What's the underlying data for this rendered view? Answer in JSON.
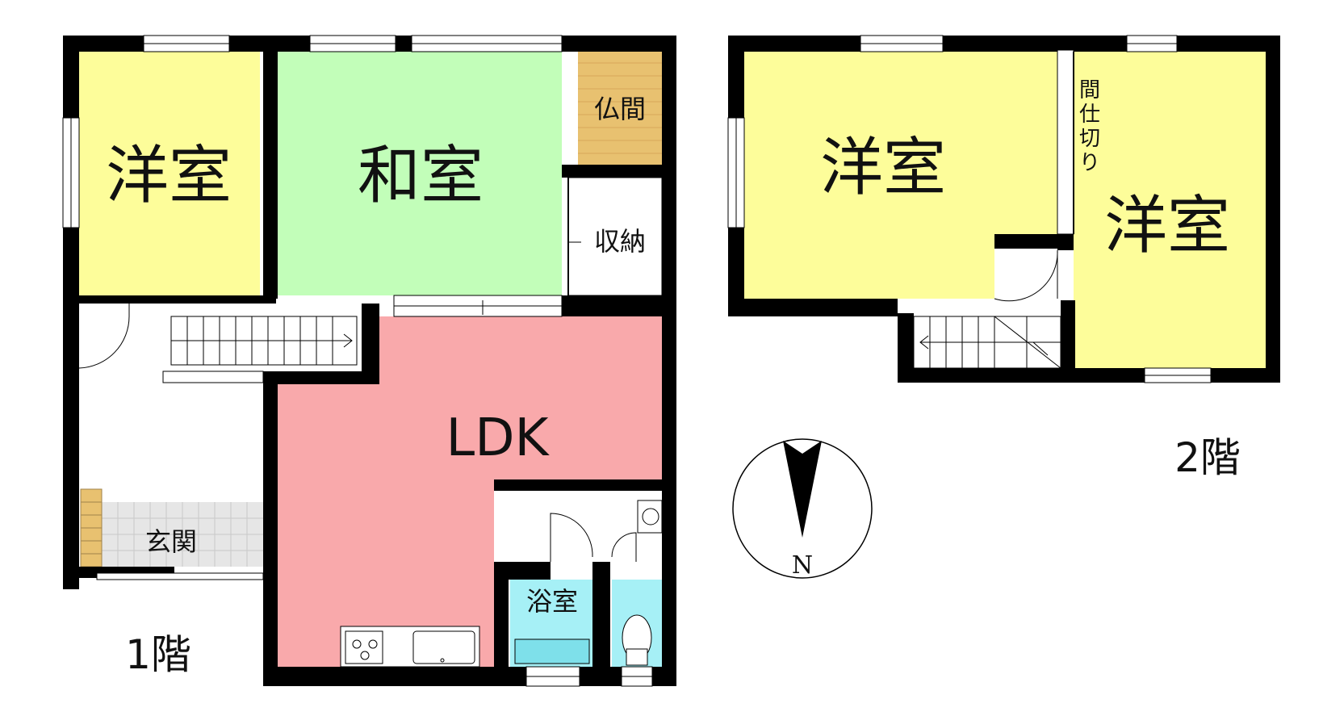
{
  "floor1": {
    "floor_label": "1階",
    "rooms": {
      "western_room": "洋室",
      "japanese_room": "和室",
      "altar_room": "仏間",
      "storage": "収納",
      "ldk": "LDK",
      "entrance": "玄関",
      "bathroom": "浴室"
    }
  },
  "floor2": {
    "floor_label": "2階",
    "rooms": {
      "western_room_left": "洋室",
      "western_room_right": "洋室",
      "partition_chars": [
        "間",
        "仕",
        "切",
        "り"
      ]
    }
  },
  "compass": {
    "north_label": "N"
  },
  "colors": {
    "western": "#fdfd9a",
    "japanese": "#c2feb9",
    "ldk": "#f9a9ab",
    "altar": "#e8c170",
    "bath": "#a6f0f6",
    "entrance_tile": "#e6e6e6",
    "wall": "#000000"
  }
}
